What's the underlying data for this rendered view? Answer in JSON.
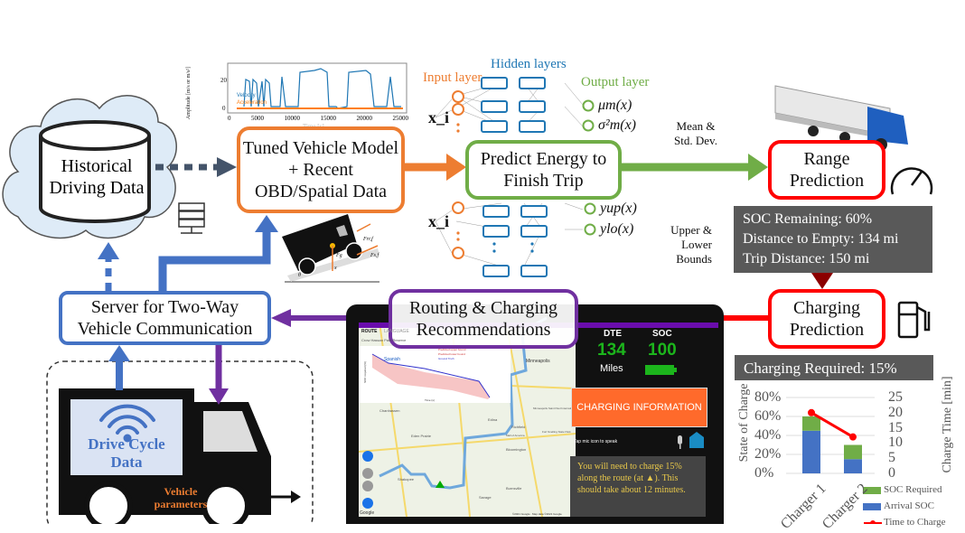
{
  "colors": {
    "orange": "#ED7D31",
    "green": "#70AD47",
    "red": "#FF0000",
    "purple": "#7030A0",
    "blue": "#4472C4",
    "dark_arrow": "#44546A",
    "dark_red": "#8B0000"
  },
  "historical": {
    "label": "Historical Driving Data"
  },
  "velocity_plot": {
    "ylabel": "Amplitude [m/s or m/s²]",
    "xlabel": "Time [s]",
    "xticks": [
      "0",
      "5000",
      "10000",
      "15000",
      "20000",
      "25000"
    ],
    "yticks": [
      "0",
      "20"
    ],
    "legend": [
      "Velocity",
      "Acceleration"
    ]
  },
  "tuned_model": {
    "label": "Tuned Vehicle Model + Recent OBD/Spatial Data"
  },
  "force_labels": [
    "Faero",
    "Frr,f",
    "Fg",
    "Frr,r",
    "Fs,f",
    "x",
    "θ"
  ],
  "nn": {
    "input_layer": "Input layer",
    "hidden_layers": "Hidden layers",
    "output_layer": "Output layer",
    "input_symbol": "x_i",
    "outputs_top": [
      "μm(x)",
      "σ²m(x)"
    ],
    "outputs_top_note": "Mean & Std. Dev.",
    "outputs_bottom": [
      "yup(x)",
      "ylo(x)"
    ],
    "outputs_bottom_note": "Upper & Lower Bounds"
  },
  "predict_energy": {
    "label": "Predict Energy to Finish Trip"
  },
  "range_prediction": {
    "label": "Range Prediction"
  },
  "range_info": [
    "SOC Remaining: 60%",
    "Distance to Empty: 134 mi",
    "Trip Distance: 150 mi"
  ],
  "charging_prediction": {
    "label": "Charging Prediction"
  },
  "charging_required": "Charging Required: 15%",
  "routing": {
    "label": "Routing & Charging Recommendations"
  },
  "server": {
    "label": "Server for Two-Way Vehicle Communication"
  },
  "vehicle": {
    "drive_cycle": "Drive Cycle Data",
    "parameters": "Vehicle parameters"
  },
  "tablet": {
    "tab_route": "ROUTE",
    "tab_language": "LANGUAGE",
    "language_option": "Spanish",
    "dte_label": "DTE",
    "dte_value": "134",
    "dte_unit": "Miles",
    "soc_label": "SOC",
    "soc_value": "100",
    "soc_battery_level": 1.0,
    "charging_button": "CHARGING INFORMATION",
    "mic_hint": "Tap mic icon to speak",
    "message": "You will need to charge 15% along the route (at ▲). This should take about 12 minutes.",
    "map_places": [
      "Minneapolis",
      "Edina",
      "Richfield",
      "Bloomington",
      "Eden Prairie",
      "Burnsville",
      "Shakopee",
      "Savage",
      "Minneapolis Saint Paul International Airport",
      "Mall of America",
      "Fort Snelling State Park",
      "Chanhassen",
      "Crow Hassan Park Reserve"
    ],
    "map_credit": "©2021 Google · Map data ©2021 Google",
    "google": "Google",
    "inset_legend": [
      "Predicted upper bound",
      "Predicted lower bound",
      "Ground Truth"
    ],
    "inset_xlabel": "Time (s)",
    "inset_ylabel": "SOC required (%)"
  },
  "chart_data": {
    "type": "bar",
    "categories": [
      "Charger 1",
      "Charger 2"
    ],
    "series": [
      {
        "name": "Arrival SOC",
        "values": [
          45,
          15
        ],
        "axis": "left",
        "color": "#4472C4"
      },
      {
        "name": "SOC Required",
        "values": [
          15,
          15
        ],
        "axis": "left",
        "color": "#70AD47"
      },
      {
        "name": "Time to Charge",
        "values": [
          20,
          12
        ],
        "axis": "right",
        "type": "line",
        "color": "#FF0000"
      }
    ],
    "stacked": true,
    "ylabel": "State of Charge",
    "y2label": "Charge Time [min]",
    "ylim": [
      0,
      80
    ],
    "y2lim": [
      0,
      25
    ],
    "yticks": [
      "0%",
      "20%",
      "40%",
      "60%",
      "80%"
    ],
    "y2ticks": [
      "0",
      "5",
      "10",
      "15",
      "20",
      "25"
    ],
    "legend_placement": "bottom-right",
    "grid": true
  }
}
